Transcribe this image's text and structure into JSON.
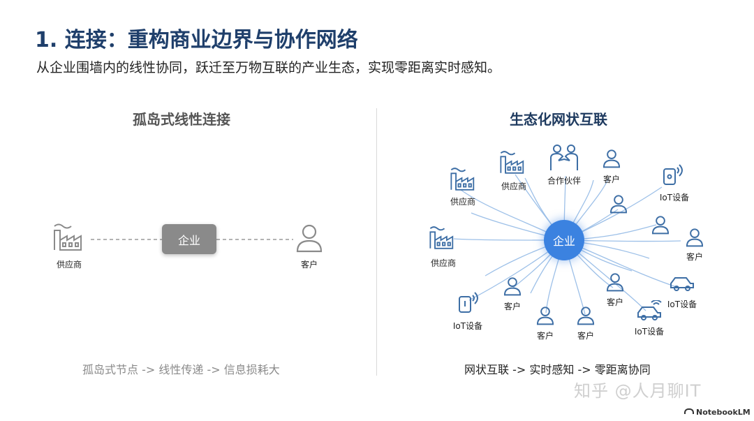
{
  "header": {
    "title": "1. 连接：重构商业边界与协作网络",
    "subtitle": "从企业围墙内的线性协同，跃迁至万物互联的产业生态，实现零距离实时感知。"
  },
  "left_panel": {
    "title": "孤岛式线性连接",
    "nodes": {
      "supplier": "供应商",
      "enterprise": "企业",
      "customer": "客户"
    },
    "caption": "孤岛式节点 -> 线性传递 -> 信息损耗大"
  },
  "right_panel": {
    "title": "生态化网状互联",
    "hub": "企业",
    "nodes": {
      "supplier_1": "供应商",
      "supplier_2": "供应商",
      "supplier_3": "供应商",
      "partner": "合作伙伴",
      "customer_top": "客户",
      "customer_right": "客户",
      "customer_br": "客户",
      "customer_bl": "客户",
      "customer_b1": "客户",
      "customer_b2": "客户",
      "iot_tr": "IoT设备",
      "iot_right": "IoT设备",
      "iot_bl": "IoT设备",
      "iot_b": "IoT设备"
    },
    "caption": "网状互联 -> 实时感知 -> 零距离协同"
  },
  "watermark": "知乎 @人月聊IT",
  "brand": "NotebookLM",
  "colors": {
    "title": "#1f3f6b",
    "hub": "#3b82e0",
    "icon_blue": "#3d6ea5",
    "left_gray": "#8a8a8a"
  }
}
